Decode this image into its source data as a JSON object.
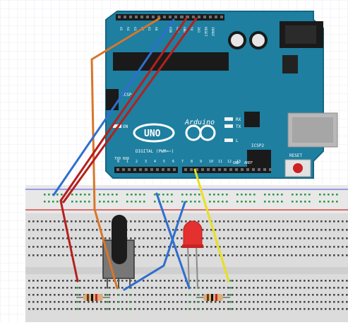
{
  "arduino": {
    "brand": "Arduino",
    "model": "UNO",
    "digital_label": "DIGITAL (PWM=~)",
    "icsp_top": "ICSP",
    "icsp2": "ICSP2",
    "on": "ON",
    "tx": "TX",
    "rx": "RX",
    "l": "L",
    "reset": "RESET",
    "aref": "AREF",
    "gnd_top": "GND",
    "tx_pin": "TX0",
    "rx_pin": "RX0",
    "top_header_labels": [
      "A5",
      "A4",
      "A3",
      "A2",
      "A1",
      "A0",
      "",
      "VIN",
      "GND",
      "GND",
      "5V",
      "3V3",
      "RESET",
      "IOREF"
    ],
    "bottom_pin_numbers": [
      "0",
      "1",
      "2",
      "3",
      "4",
      "5",
      "6",
      "7",
      "8",
      "9",
      "10",
      "11",
      "12",
      "13"
    ]
  },
  "colors": {
    "board": "#1e7fa0",
    "board_edge": "#156684",
    "wire_orange": "#d8762a",
    "wire_blue": "#2f6ecf",
    "wire_red": "#b5201e",
    "wire_yellow": "#e8e020",
    "led": "#e53030",
    "breadboard": "#dcdcdc",
    "grid": "#e4e4ee"
  },
  "components": {
    "potentiometer": "potentiometer",
    "led": "red-led",
    "resistors": [
      "resistor-1",
      "resistor-2"
    ]
  }
}
